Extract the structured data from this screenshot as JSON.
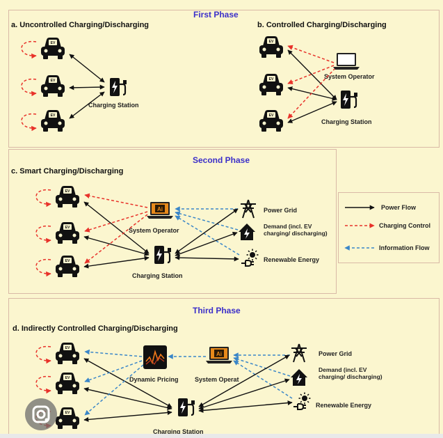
{
  "phases": {
    "first": "First Phase",
    "second": "Second Phase",
    "third": "Third Phase"
  },
  "panels": {
    "a": "a. Uncontrolled Charging/Discharging",
    "b": "b. Controlled Charging/Discharging",
    "c": "c. Smart Charging/Discharging",
    "d": "d. Indirectly Controlled Charging/Discharging"
  },
  "labels": {
    "charging_station": "Charging Station",
    "system_operator": "System Operator",
    "power_grid": "Power Grid",
    "demand": "Demand (incl. EV charging/ discharging)",
    "renewable_energy": "Renewable Energy",
    "dynamic_pricing": "Dynamic Pricing",
    "system_operator_cut": "System Operat",
    "ev": "EV",
    "ai": "Ai"
  },
  "legend": {
    "power_flow": "Power Flow",
    "charging_control": "Charging Control",
    "information_flow": "Information Flow"
  },
  "colors": {
    "background": "#fbf6cf",
    "phase_title": "#3b2fc9",
    "power_flow": "#111111",
    "charging_control": "#e8322a",
    "information_flow": "#3a86c8",
    "ai_orange": "#e88a1a"
  },
  "icons": [
    "car-icon",
    "charging-station-icon",
    "laptop-icon",
    "power-tower-icon",
    "house-icon",
    "solar-plug-icon",
    "chart-icon",
    "google-lens-icon"
  ]
}
